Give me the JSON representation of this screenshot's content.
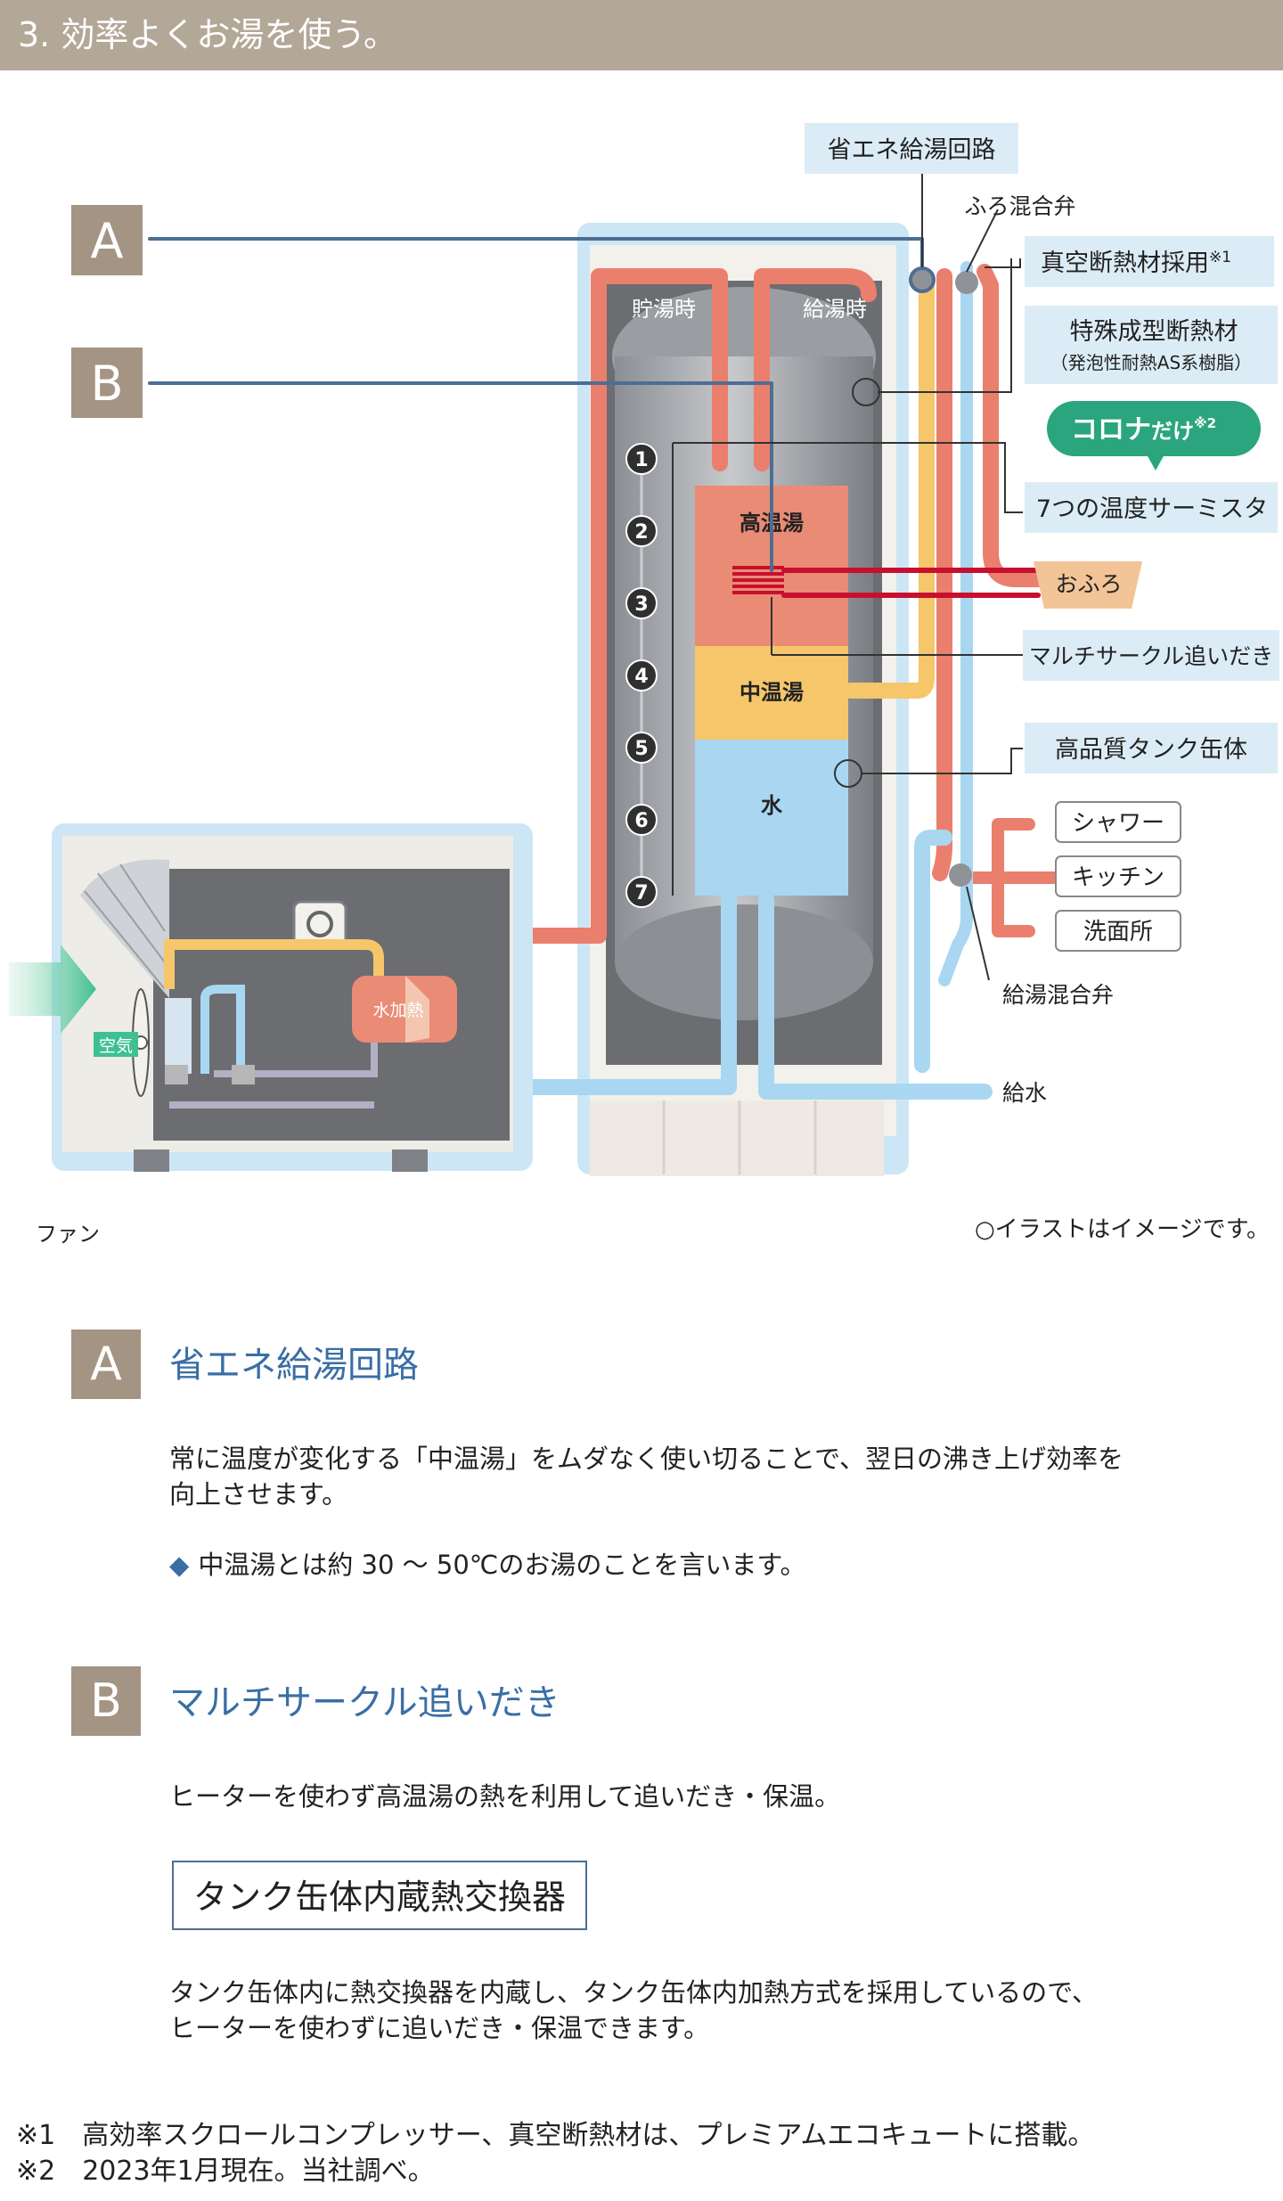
{
  "header": {
    "title": "3. 効率よくお湯を使う。"
  },
  "diagram": {
    "badge_a": "A",
    "badge_b": "B",
    "label_circuit": "省エネ給湯回路",
    "label_bath_valve": "ふろ混合弁",
    "label_vacuum": "真空断熱材採用",
    "label_vacuum_note": "※1",
    "label_special_1": "特殊成型断熱材",
    "label_special_2": "（発泡性耐熱AS系樹脂）",
    "corona_only_1": "コロナ",
    "corona_only_2": "だけ",
    "corona_only_note": "※2",
    "label_thermistor": "7つの温度サーミスタ",
    "label_bath": "おふろ",
    "label_multi": "マルチサークル追いだき",
    "label_tank": "高品質タンク缶体",
    "label_shower": "シャワー",
    "label_kitchen": "キッチン",
    "label_washroom": "洗面所",
    "label_mix_valve": "給湯混合弁",
    "label_water_supply": "給水",
    "label_fan": "ファン",
    "label_air": "空気",
    "label_hot": "高温湯",
    "label_mid": "中温湯",
    "label_water": "水",
    "label_storing": "貯湯時",
    "label_supplying": "給湯時",
    "label_water_heat": "水加熱",
    "illustration_note": "○イラストはイメージです。",
    "sensors": [
      "1",
      "2",
      "3",
      "4",
      "5",
      "6",
      "7"
    ]
  },
  "section_a": {
    "badge": "A",
    "title": "省エネ給湯回路",
    "text_1": "常に温度が変化する「中温湯」をムダなく使い切ることで、翌日の沸き上げ効率を",
    "text_2": "向上させます。",
    "bullet_icon": "diamond-icon",
    "bullet": "中温湯とは約 30 ～ 50℃のお湯のことを言います。"
  },
  "section_b": {
    "badge": "B",
    "title": "マルチサークル追いだき",
    "text": "ヒーターを使わず高温湯の熱を利用して追いだき・保温。",
    "box": "タンク缶体内蔵熱交換器",
    "text_2": "タンク缶体内に熱交換器を内蔵し、タンク缶体内加熱方式を採用しているので、",
    "text_3": "ヒーターを使わずに追いだき・保温できます。"
  },
  "footnotes": {
    "note_1": "※1　高効率スクロールコンプレッサー、真空断熱材は、プレミアムエコキュートに搭載。",
    "note_2": "※2　2023年1月現在。当社調べ。"
  },
  "colors": {
    "header_bg": "#b3a797",
    "badge_bg": "#a49483",
    "hot": "#ea7f6d",
    "mid": "#f6c66b",
    "cold": "#a9d7f1",
    "accent_blue": "#3a6ea5",
    "corona_green": "#2aa57e"
  }
}
